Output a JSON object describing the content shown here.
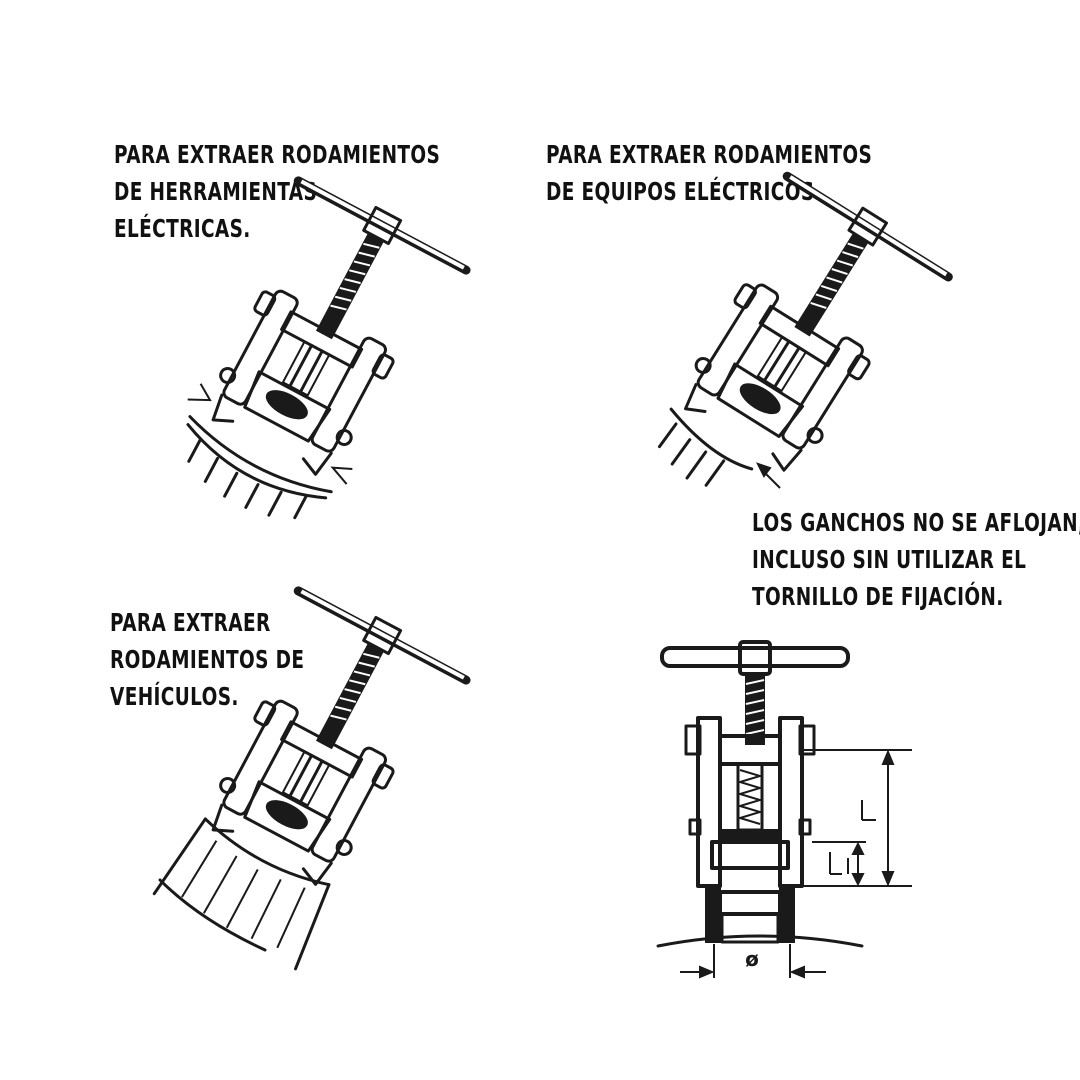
{
  "captions": {
    "power_tools": [
      "PARA EXTRAER RODAMIENTOS",
      "DE HERRAMIENTAS",
      "ELÉCTRICAS."
    ],
    "electrical_equipment": [
      "PARA EXTRAER RODAMIENTOS",
      "DE EQUIPOS ELÉCTRICOS."
    ],
    "hooks_note": [
      "LOS GANCHOS NO SE AFLOJAN,",
      "INCLUSO SIN UTILIZAR EL",
      "TORNILLO DE FIJACIÓN."
    ],
    "vehicles": [
      "PARA EXTRAER",
      "RODAMIENTOS DE",
      "VEHÍCULOS."
    ]
  },
  "dimensions": {
    "length": "L",
    "length_1": "L1",
    "diameter": "ø"
  },
  "colors": {
    "ink": "#1a1a1a",
    "background": "#ffffff"
  }
}
